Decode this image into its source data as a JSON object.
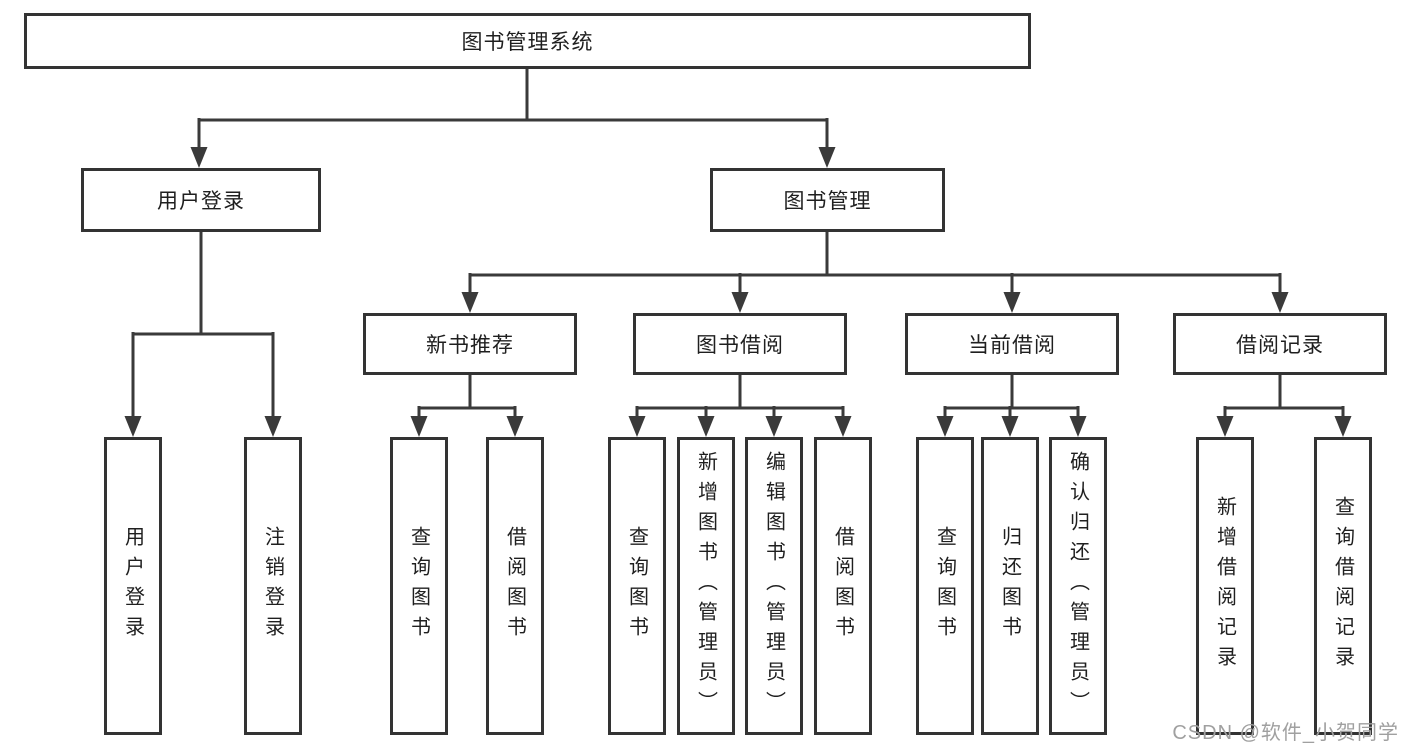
{
  "diagram": {
    "type": "hierarchy-tree",
    "root": {
      "label": "图书管理系统"
    },
    "user_login": {
      "label": "用户登录",
      "children": [
        {
          "label": "用户登录"
        },
        {
          "label": "注销登录"
        }
      ]
    },
    "book_mgmt": {
      "label": "图书管理",
      "groups": [
        {
          "label": "新书推荐",
          "children": [
            {
              "label": "查询图书"
            },
            {
              "label": "借阅图书"
            }
          ]
        },
        {
          "label": "图书借阅",
          "children": [
            {
              "label": "查询图书"
            },
            {
              "label": "新增图书（管理员）"
            },
            {
              "label": "编辑图书（管理员）"
            },
            {
              "label": "借阅图书"
            }
          ]
        },
        {
          "label": "当前借阅",
          "children": [
            {
              "label": "查询图书"
            },
            {
              "label": "归还图书"
            },
            {
              "label": "确认归还（管理员）"
            }
          ]
        },
        {
          "label": "借阅记录",
          "children": [
            {
              "label": "新增借阅记录"
            },
            {
              "label": "查询借阅记录"
            }
          ]
        }
      ]
    }
  },
  "watermark": "CSDN @软件_小贺同学",
  "colors": {
    "line": "#3a3a3a",
    "box_border": "#333333",
    "text": "#1f1f1f",
    "watermark": "#a0a0a0",
    "background": "#ffffff"
  }
}
